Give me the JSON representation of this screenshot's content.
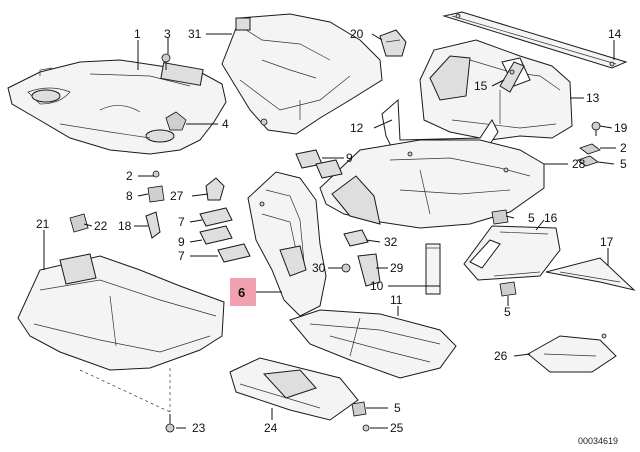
{
  "diagram": {
    "catalog_number": "00034619",
    "highlight_color": "#f2a0b0",
    "callouts": [
      {
        "id": "1",
        "label": "1"
      },
      {
        "id": "3",
        "label": "3"
      },
      {
        "id": "31",
        "label": "31"
      },
      {
        "id": "20",
        "label": "20"
      },
      {
        "id": "14",
        "label": "14"
      },
      {
        "id": "15",
        "label": "15"
      },
      {
        "id": "13",
        "label": "13"
      },
      {
        "id": "4",
        "label": "4"
      },
      {
        "id": "12",
        "label": "12"
      },
      {
        "id": "19",
        "label": "19"
      },
      {
        "id": "9a",
        "label": "9"
      },
      {
        "id": "28",
        "label": "28"
      },
      {
        "id": "2a",
        "label": "2"
      },
      {
        "id": "5a",
        "label": "5"
      },
      {
        "id": "2b",
        "label": "2"
      },
      {
        "id": "8",
        "label": "8"
      },
      {
        "id": "27",
        "label": "27"
      },
      {
        "id": "7a",
        "label": "7"
      },
      {
        "id": "9b",
        "label": "9"
      },
      {
        "id": "7b",
        "label": "7"
      },
      {
        "id": "21",
        "label": "21"
      },
      {
        "id": "22",
        "label": "22"
      },
      {
        "id": "18",
        "label": "18"
      },
      {
        "id": "5b",
        "label": "5"
      },
      {
        "id": "16",
        "label": "16"
      },
      {
        "id": "17",
        "label": "17"
      },
      {
        "id": "32",
        "label": "32"
      },
      {
        "id": "30",
        "label": "30"
      },
      {
        "id": "29",
        "label": "29"
      },
      {
        "id": "10",
        "label": "10"
      },
      {
        "id": "6",
        "label": "6"
      },
      {
        "id": "11",
        "label": "11"
      },
      {
        "id": "5c",
        "label": "5"
      },
      {
        "id": "26",
        "label": "26"
      },
      {
        "id": "5d",
        "label": "5"
      },
      {
        "id": "23",
        "label": "23"
      },
      {
        "id": "24",
        "label": "24"
      },
      {
        "id": "25",
        "label": "25"
      }
    ]
  }
}
